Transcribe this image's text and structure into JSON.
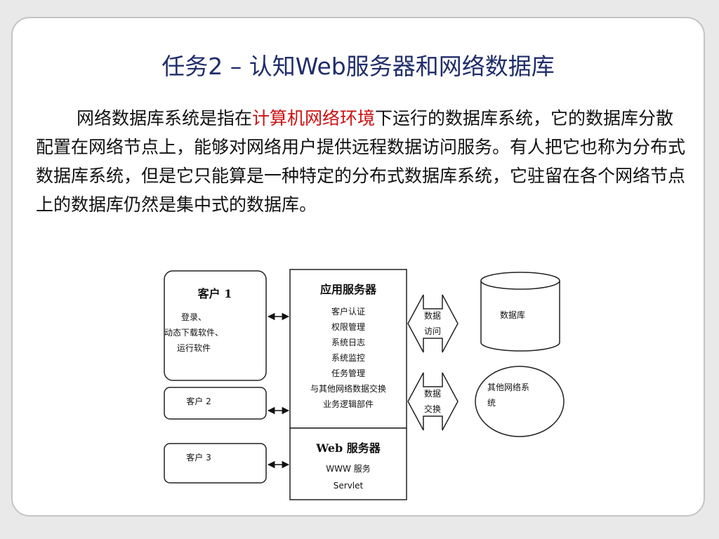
{
  "title": "任务2 – 认知Web服务器和网络数据库",
  "paragraph": {
    "before": "网络数据库系统是指在",
    "highlight": "计算机网络环境",
    "after": "下运行的数据库系统，它的数据库分散配置在网络节点上，能够对网络用户提供远程数据访问服务。有人把它也称为分布式数据库系统，但是它只能算是一种特定的分布式数据库系统，它驻留在各个网络节点上的数据库仍然是集中式的数据库。"
  },
  "colors": {
    "title": "#1f2d6b",
    "highlight": "#cc1111"
  },
  "diagram": {
    "client1": {
      "title": "客户 1",
      "lines": [
        "登录、",
        "动态下载软件、",
        "运行软件"
      ]
    },
    "client2": "客户 2",
    "client3": "客户 3",
    "app_server": {
      "title": "应用服务器",
      "items": [
        "客户认证",
        "权限管理",
        "系统日志",
        "系统监控",
        "任务管理",
        "与其他网络数据交换",
        "业务逻辑部件"
      ]
    },
    "web_server": {
      "title": "Web 服务器",
      "items": [
        "WWW 服务",
        "Servlet"
      ]
    },
    "arrow_access": [
      "数据",
      "访问"
    ],
    "arrow_exchange": [
      "数据",
      "交换"
    ],
    "database": "数据库",
    "other_network": [
      "其他网络系",
      "统"
    ]
  }
}
